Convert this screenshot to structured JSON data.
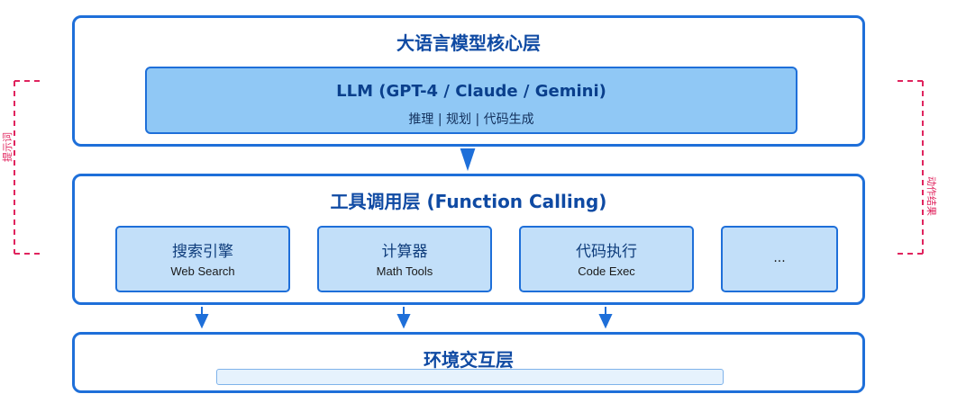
{
  "layers": {
    "llm": {
      "title": "大语言模型核心层",
      "model_name": "LLM (GPT-4 / Claude / Gemini)",
      "model_sub": "推理 | 规划 | 代码生成"
    },
    "tools": {
      "title": "工具调用层 (Function Calling)",
      "items": [
        {
          "cn": "搜索引擎",
          "en": "Web Search"
        },
        {
          "cn": "计算器",
          "en": "Math Tools"
        },
        {
          "cn": "代码执行",
          "en": "Code Exec"
        },
        {
          "cn": "",
          "en": "..."
        }
      ]
    },
    "env": {
      "title": "环境交互层"
    }
  },
  "side_labels": {
    "left": "提示词",
    "right": "动作结果"
  },
  "colors": {
    "border": "#1e6fd9",
    "model_fill": "#90c8f5",
    "tool_fill": "#c2dff9",
    "env_bar_fill": "#e6f2fd",
    "title_text": "#0f4aa3",
    "bracket": "#e0245e"
  }
}
